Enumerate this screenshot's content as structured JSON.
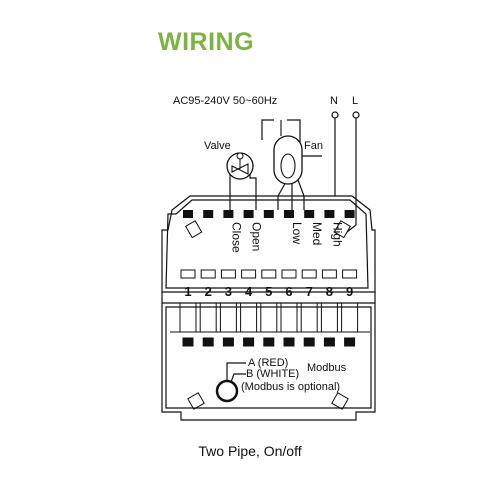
{
  "title": "WIRING",
  "supply": "AC95-240V  50~60Hz",
  "n_label": "N",
  "l_label": "L",
  "valve_label": "Valve",
  "fan_label": "Fan",
  "terminal_functions": [
    "Close",
    "Open",
    "Low",
    "Med",
    "High"
  ],
  "terminal_numbers": [
    "1",
    "2",
    "3",
    "4",
    "5",
    "6",
    "7",
    "8",
    "9"
  ],
  "modbus_a": "A (RED)",
  "modbus_b": "B (WHITE)",
  "modbus_label": "Modbus",
  "modbus_note": "(Modbus is optional)",
  "caption": "Two Pipe, On/off"
}
